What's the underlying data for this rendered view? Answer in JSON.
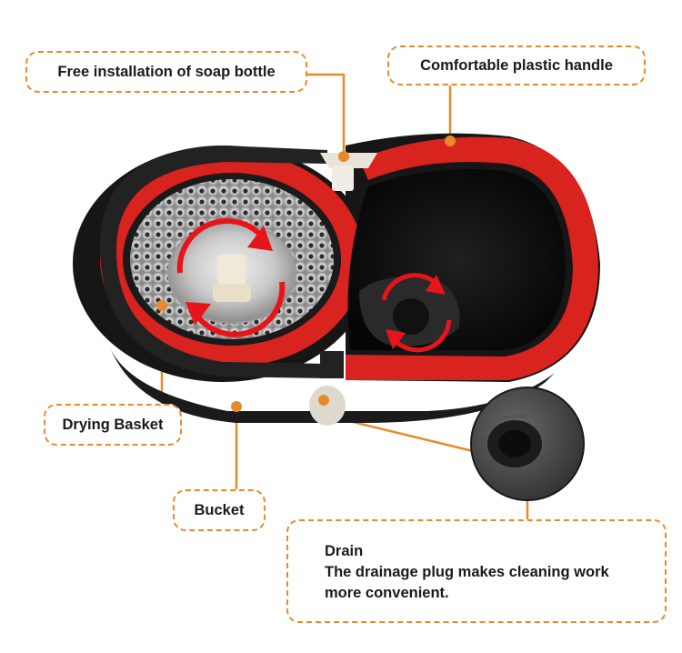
{
  "callouts": {
    "soap_bottle": "Free installation of soap bottle",
    "handle": "Comfortable plastic handle",
    "drying_basket": "Drying Basket",
    "bucket": "Bucket",
    "drain_title": "Drain",
    "drain_desc_line1": "The drainage plug makes cleaning work",
    "drain_desc_line2": "more convenient."
  },
  "colors": {
    "accent": "#e88a2c",
    "bucket_red": "#d8231f",
    "bucket_black": "#1b1b1b",
    "arrow_red": "#e8141b"
  },
  "icons": [
    "rotation-arrows-icon",
    "rotation-arrows-icon",
    "drain-plug-closeup"
  ]
}
